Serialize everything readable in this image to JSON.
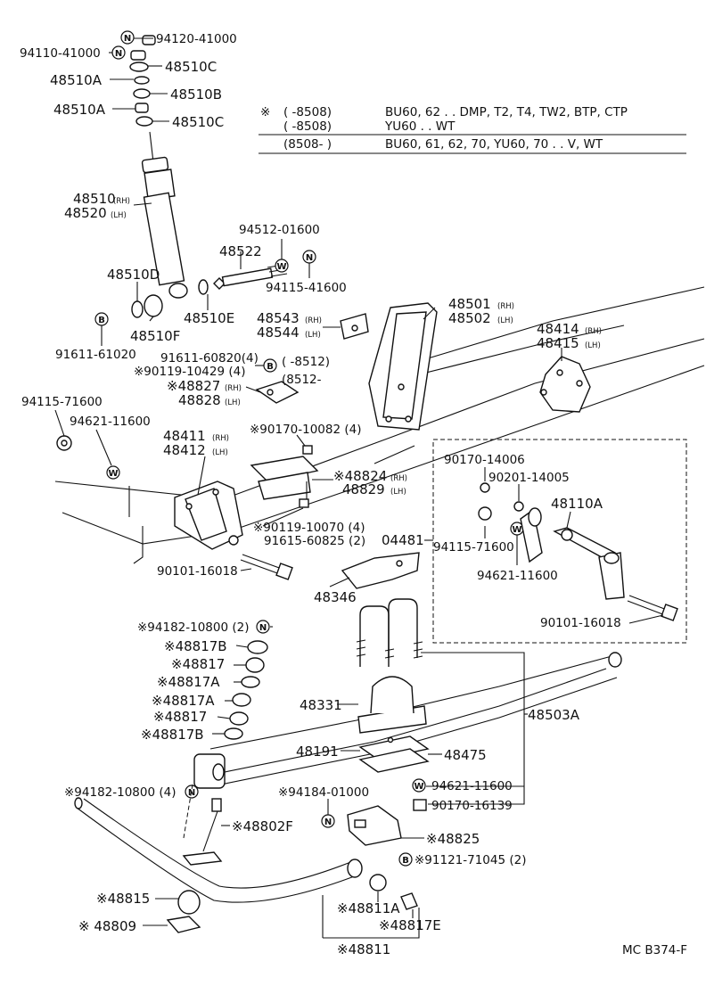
{
  "legend": {
    "mark": "※",
    "rows": [
      {
        "range": "(        -8508)",
        "models": "BU60, 62 . . DMP, T2, T4, TW2, BTP, CTP"
      },
      {
        "range": "(        -8508)",
        "models": "YU60 . . WT"
      },
      {
        "range": "(8508-         )",
        "models": "BU60, 61, 62, 70, YU60, 70 . . V, WT"
      }
    ]
  },
  "symbols": {
    "n": "N",
    "w": "W",
    "b": "B"
  },
  "labels": {
    "p94120": "94120-41000",
    "p94110": "94110-41000",
    "p48510c_1": "48510C",
    "p48510a_1": "48510A",
    "p48510b": "48510B",
    "p48510a_2": "48510A",
    "p48510c_2": "48510C",
    "p48510": "48510",
    "p48510_rh": "(RH)",
    "p48520": "48520",
    "p48520_lh": "(LH)",
    "p94512": "94512-01600",
    "p48522": "48522",
    "p94115_41600": "94115-41600",
    "p48510d": "48510D",
    "p48510e": "48510E",
    "p48510f": "48510F",
    "p91611_61020": "91611-61020",
    "p48543": "48543",
    "p48543_rh": "(RH)",
    "p48544": "48544",
    "p48544_lh": "(LH)",
    "p48501": "48501",
    "p48501_rh": "(RH)",
    "p48502": "48502",
    "p48502_lh": "(LH)",
    "p48414": "48414",
    "p48414_rh": "(RH)",
    "p48415": "48415",
    "p48415_lh": "(LH)",
    "p91611_60820": "91611-60820(4)",
    "p90119_10429": "※90119-10429 (4)",
    "p48827": "※48827",
    "p48827_rh": "(RH)",
    "p48828": "48828",
    "p48828_lh": "(LH)",
    "p8512_end": "(        -8512)",
    "p8512_start": "(8512-",
    "p94115_71600a": "94115-71600",
    "p94621_11600a": "94621-11600",
    "p90170_10082": "※90170-10082 (4)",
    "p48411": "48411",
    "p48411_rh": "(RH)",
    "p48412": "48412",
    "p48412_lh": "(LH)",
    "p48824": "※48824",
    "p48824_rh": "(RH)",
    "p48829": "48829",
    "p48829_lh": "(LH)",
    "p90119_10070": "※90119-10070 (4)",
    "p91615_60825": "91615-60825 (2)",
    "p04481": "04481",
    "p90101_16018a": "90101-16018",
    "p48346": "48346",
    "p90170_14006": "90170-14006",
    "p90201_14005": "90201-14005",
    "p48110a": "48110A",
    "p94115_71600b": "94115-71600",
    "p94621_11600b": "94621-11600",
    "p90101_16018b": "90101-16018",
    "p94182_2": "※94182-10800 (2)",
    "p48817b_1": "※48817B",
    "p48817_1": "※48817",
    "p48817a_1": "※48817A",
    "p48817a_2": "※48817A",
    "p48817_2": "※48817",
    "p48817b_2": "※48817B",
    "p48331": "48331",
    "p48503a": "48503A",
    "p48191": "48191",
    "p48475": "48475",
    "p94182_4": "※94182-10800 (4)",
    "p94184": "※94184-01000",
    "p94621_11600c": "94621-11600",
    "p90170_16139": "90170-16139",
    "p48802f": "※48802F",
    "p48825": "※48825",
    "p91121": "※91121-71045 (2)",
    "p48815": "※48815",
    "p48811a": "※48811A",
    "p48817e": "※48817E",
    "p48809": "※ 48809",
    "p48811": "※48811",
    "code": "MC B374-F"
  }
}
